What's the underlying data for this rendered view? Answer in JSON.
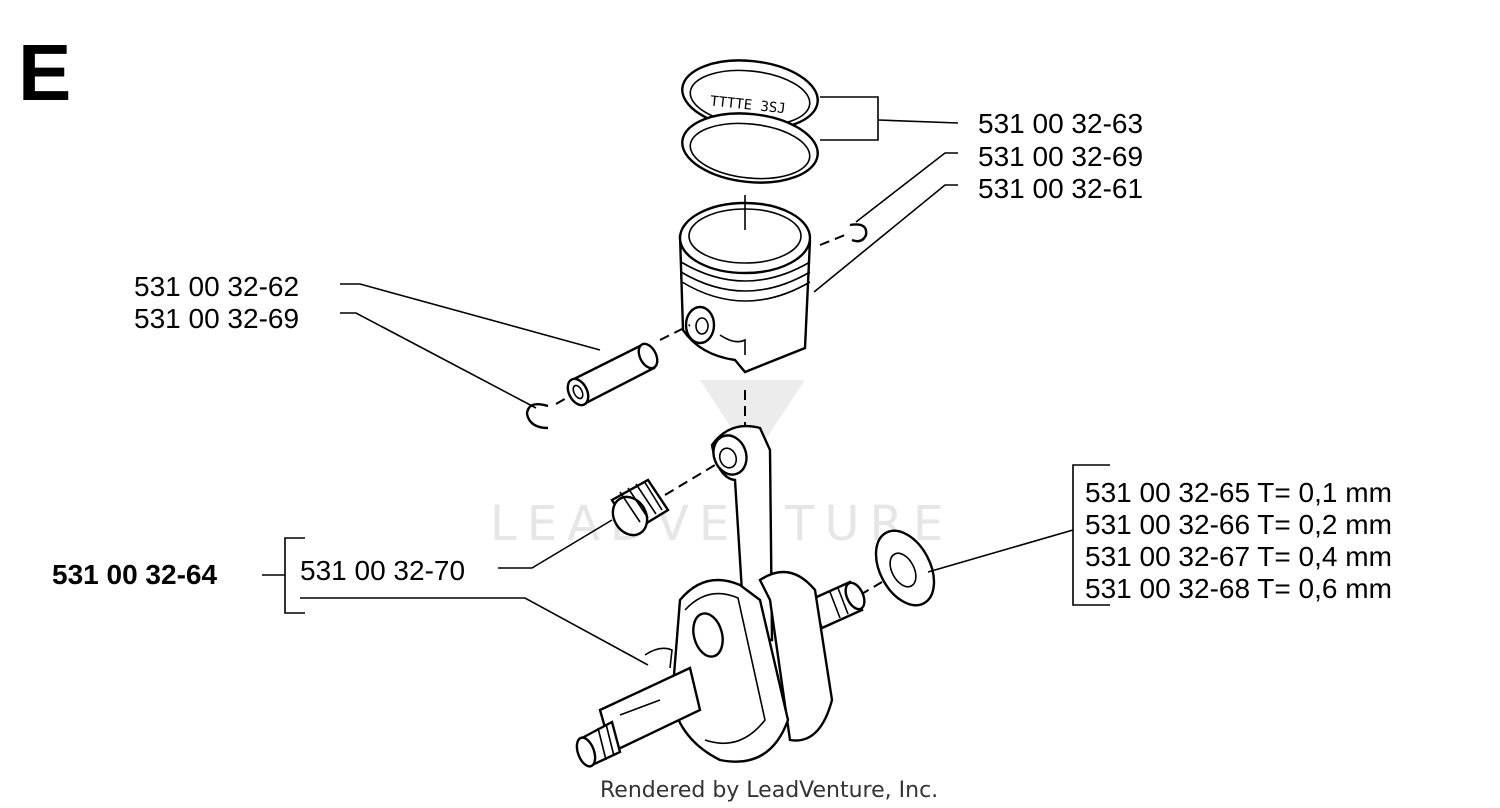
{
  "section_letter": "E",
  "watermark": "LEADVENTURE",
  "footer": "Rendered by LeadVenture, Inc.",
  "callouts": {
    "ring_set": "531 00 32-63",
    "circlip_right": "531 00 32-69",
    "piston": "531 00 32-61",
    "piston_pin": "531 00 32-62",
    "circlip_left": "531 00 32-69",
    "crankshaft_assembly": "531 00 32-64",
    "needle_bearing": "531 00 32-70",
    "shims": [
      "531 00 32-65 T= 0,1 mm",
      "531 00 32-66 T= 0,2 mm",
      "531 00 32-67 T= 0,4 mm",
      "531 00 32-68 T= 0,6 mm"
    ]
  },
  "ring_marking": "TTTTE 3SJ"
}
